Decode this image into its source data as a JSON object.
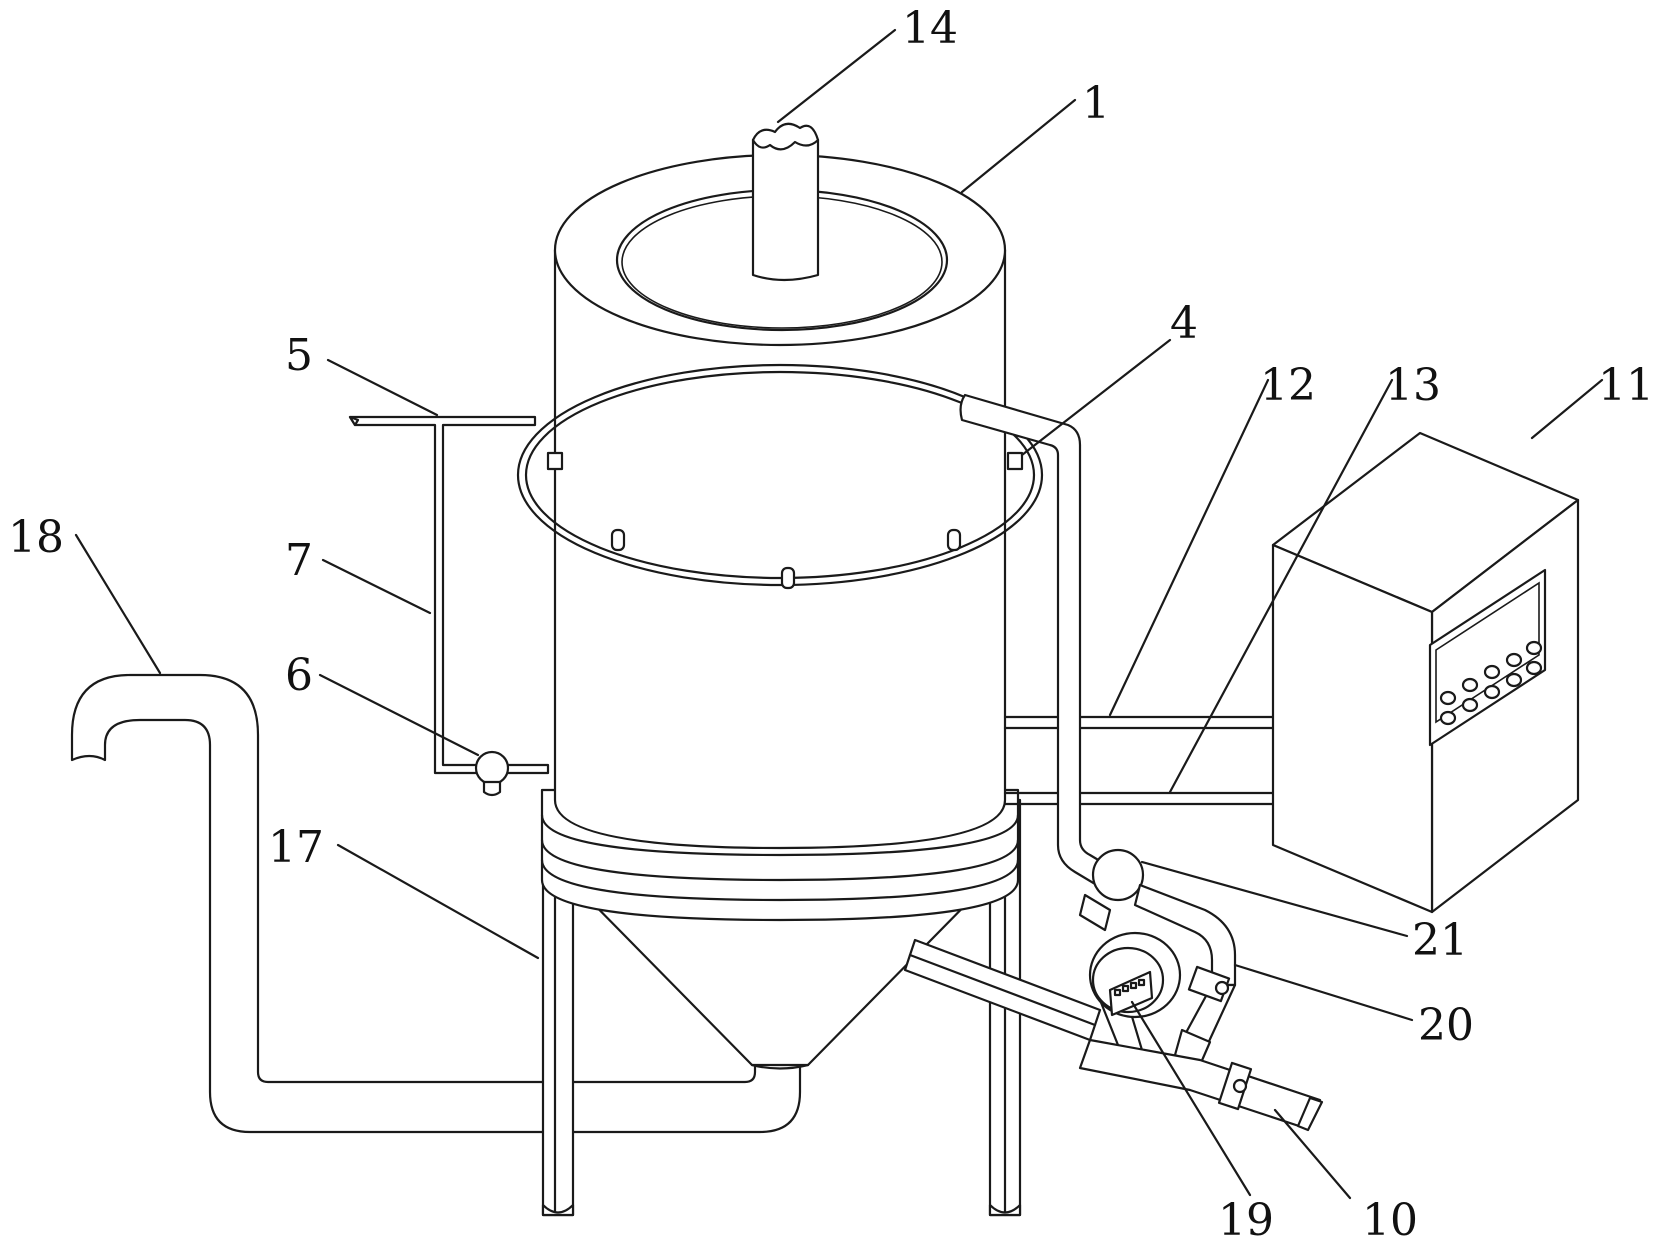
{
  "labels": {
    "l1": "1",
    "l4": "4",
    "l5": "5",
    "l6": "6",
    "l7": "7",
    "l10": "10",
    "l11": "11",
    "l12": "12",
    "l13": "13",
    "l14": "14",
    "l17": "17",
    "l18": "18",
    "l19": "19",
    "l20": "20",
    "l21": "21"
  }
}
